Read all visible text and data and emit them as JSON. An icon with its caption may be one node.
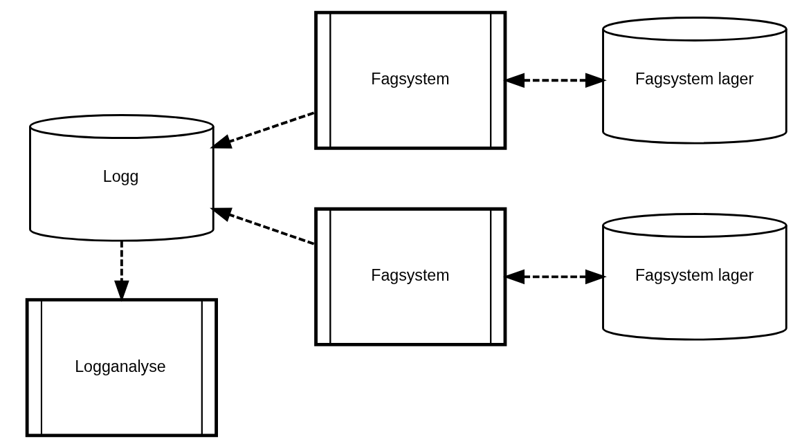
{
  "diagram": {
    "nodes": [
      {
        "text": [
          "Fagsystem"
        ]
      },
      {
        "text": [
          "Fagsystem lager"
        ]
      },
      {
        "text": [
          "Logg"
        ]
      },
      {
        "text": [
          "Fagsystem"
        ]
      },
      {
        "text": [
          "Fagsystem lager"
        ]
      },
      {
        "text": [
          "Logganalyse"
        ]
      }
    ],
    "edges": [
      {
        "from": 0,
        "to": 2,
        "arrow": "to",
        "style": "dashed"
      },
      {
        "from": 3,
        "to": 2,
        "arrow": "to",
        "style": "dashed"
      },
      {
        "from": 1,
        "to": 0,
        "arrow": "both",
        "style": "dashed"
      },
      {
        "from": 4,
        "to": 3,
        "arrow": "both",
        "style": "dashed"
      },
      {
        "from": 2,
        "to": 5,
        "arrow": "to",
        "style": "dashed"
      }
    ]
  }
}
